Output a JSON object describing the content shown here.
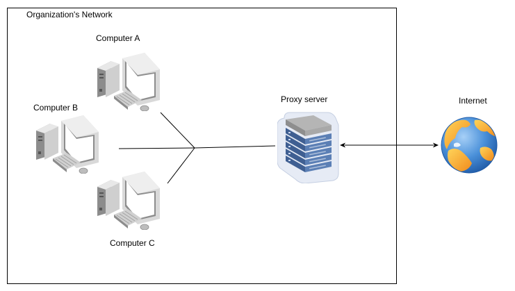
{
  "network": {
    "title": "Organization's Network"
  },
  "nodes": {
    "computer_a": {
      "label": "Computer A",
      "icon": "desktop-computer-icon"
    },
    "computer_b": {
      "label": "Computer B",
      "icon": "desktop-computer-icon"
    },
    "computer_c": {
      "label": "Computer C",
      "icon": "desktop-computer-icon"
    },
    "proxy": {
      "label": "Proxy server",
      "icon": "server-rack-icon"
    },
    "internet": {
      "label": "Internet",
      "icon": "globe-icon"
    }
  },
  "colors": {
    "line": "#000000",
    "computer_body": "#d9d9d9",
    "computer_dark": "#8c8c8c",
    "screen": "#ffffff",
    "server_base": "#e6ebf5",
    "server_blade": "#5b7fb5",
    "server_top": "#9a9a9a",
    "globe_ocean": "#4a90d9",
    "globe_land": "#f5a623"
  }
}
